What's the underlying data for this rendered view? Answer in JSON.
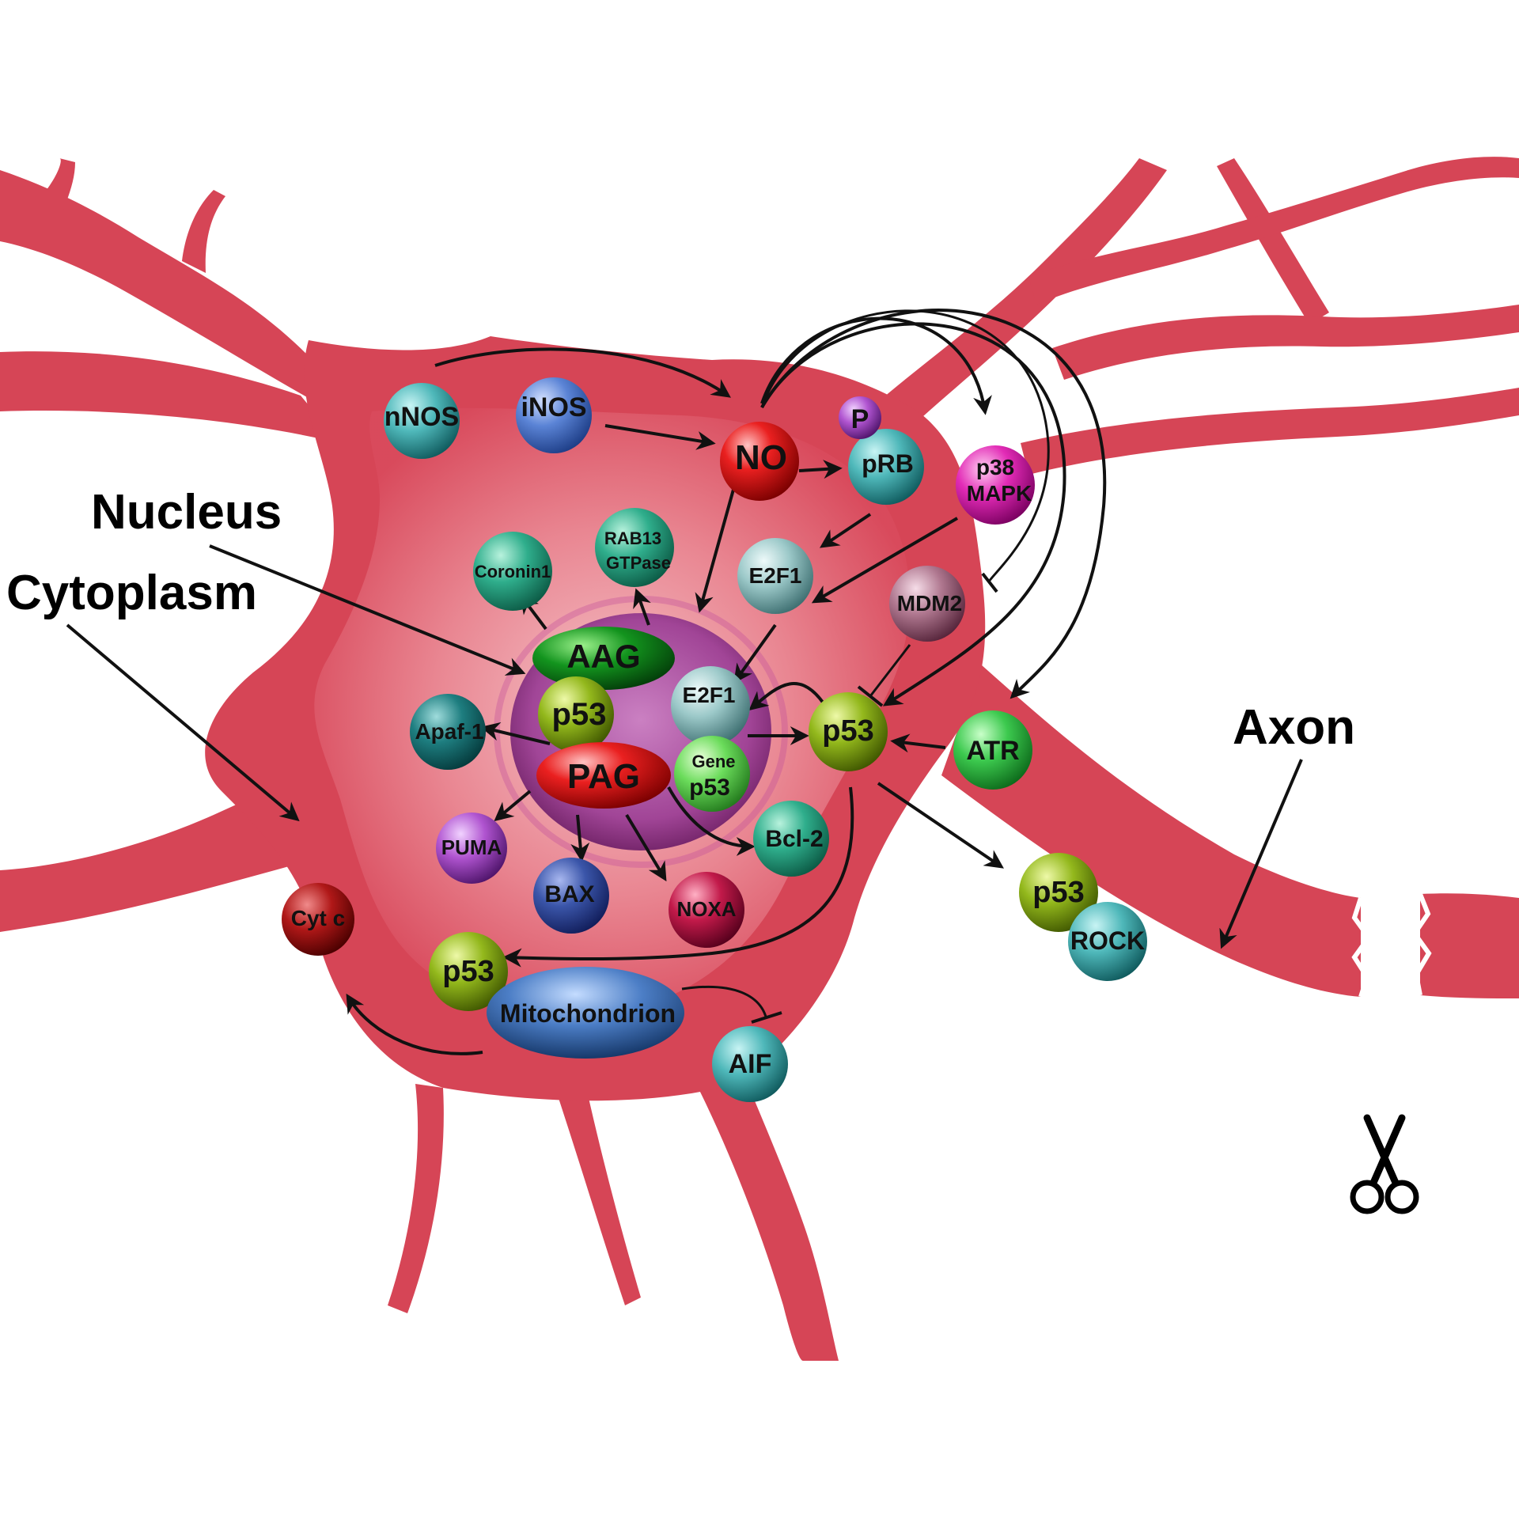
{
  "labels": {
    "nucleus": "Nucleus",
    "cytoplasm": "Cytoplasm",
    "axon": "Axon"
  },
  "molecules": {
    "nnos": "nNOS",
    "inos": "iNOS",
    "no": "NO",
    "p": "P",
    "prb": "pRB",
    "p38_line1": "p38",
    "p38_line2": "MAPK",
    "coronin1": "Coronin1",
    "rab13_line1": "RAB13",
    "rab13_line2": "GTPase",
    "e2f1_cyto": "E2F1",
    "mdm2": "MDM2",
    "aag": "AAG",
    "p53_nucleus": "p53",
    "e2f1_nucleus": "E2F1",
    "apaf1": "Apaf-1",
    "pag": "PAG",
    "gene_line1": "Gene",
    "gene_line2": "p53",
    "p53_cyto": "p53",
    "atr": "ATR",
    "bcl2": "Bcl-2",
    "puma": "PUMA",
    "bax": "BAX",
    "noxa": "NOXA",
    "cytc": "Cyt c",
    "p53_axon": "p53",
    "rock": "ROCK",
    "p53_mito": "p53",
    "mitochondrion": "Mitochondrion",
    "aif": "AIF"
  },
  "colors": {
    "cell": "#d9465a",
    "cell_inner": "#f4b6bd",
    "nucleus": "#8a2f86",
    "teal": "#36a6a8",
    "blue": "#4f78c9",
    "red": "#e01c1c",
    "olive": "#8fb21c",
    "green": "#2fc04b",
    "magenta": "#e02ab4"
  },
  "icons": {
    "scissors": "scissors-icon"
  }
}
